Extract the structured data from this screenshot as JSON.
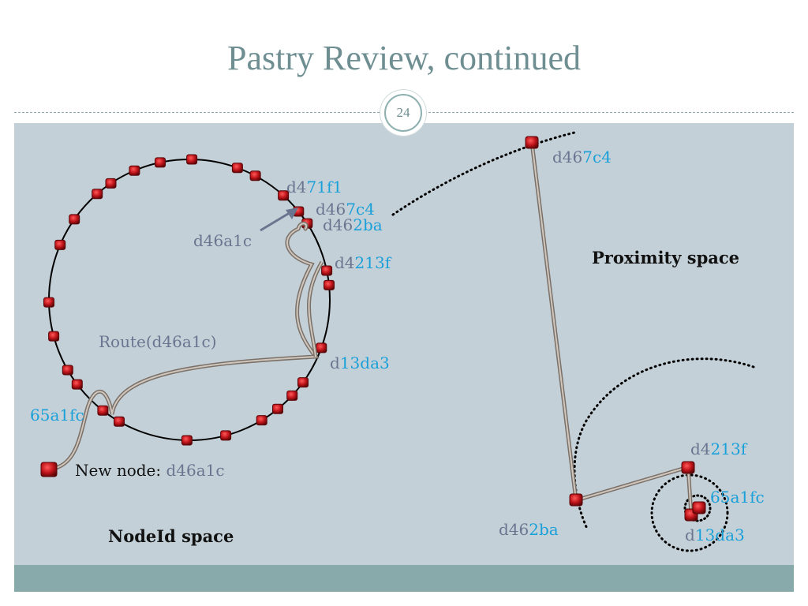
{
  "slide": {
    "title": "Pastry Review, continued",
    "page_number": "24"
  },
  "nodeid_space": {
    "caption": "NodeId space",
    "route_label": "Route(d46a1c)",
    "arrow_label": "d46a1c",
    "new_node": {
      "prefix": "New node",
      "sep": ": ",
      "id": "d46a1c"
    },
    "labels": {
      "d471f1": {
        "pre": "d4",
        "post": "71f1"
      },
      "d467c4": {
        "pre": "d46",
        "post": "7c4"
      },
      "d462ba": {
        "pre": "d46",
        "post": "2ba"
      },
      "d4213f": {
        "pre": "d4",
        "post": "213f"
      },
      "d13da3": {
        "pre": "d",
        "post": "13da3"
      },
      "65a1fc": {
        "pre": "",
        "post": "65a1fc"
      }
    }
  },
  "proximity_space": {
    "caption": "Proximity space",
    "labels": {
      "d467c4": {
        "pre": "d46",
        "post": "7c4"
      },
      "d462ba": {
        "pre": "d46",
        "post": "2ba"
      },
      "d4213f": {
        "pre": "d4",
        "post": "213f"
      },
      "65a1fc": {
        "pre": "",
        "post": "65a1fc"
      },
      "d13da3": {
        "pre": "d",
        "post": "13da3"
      }
    }
  },
  "colors": {
    "node_fill": "#c0141a",
    "path_stroke": "#8a8078",
    "prefix_text": "#6a7690",
    "suffix_text": "#1aa0d8",
    "background": "#c4d0d8"
  }
}
